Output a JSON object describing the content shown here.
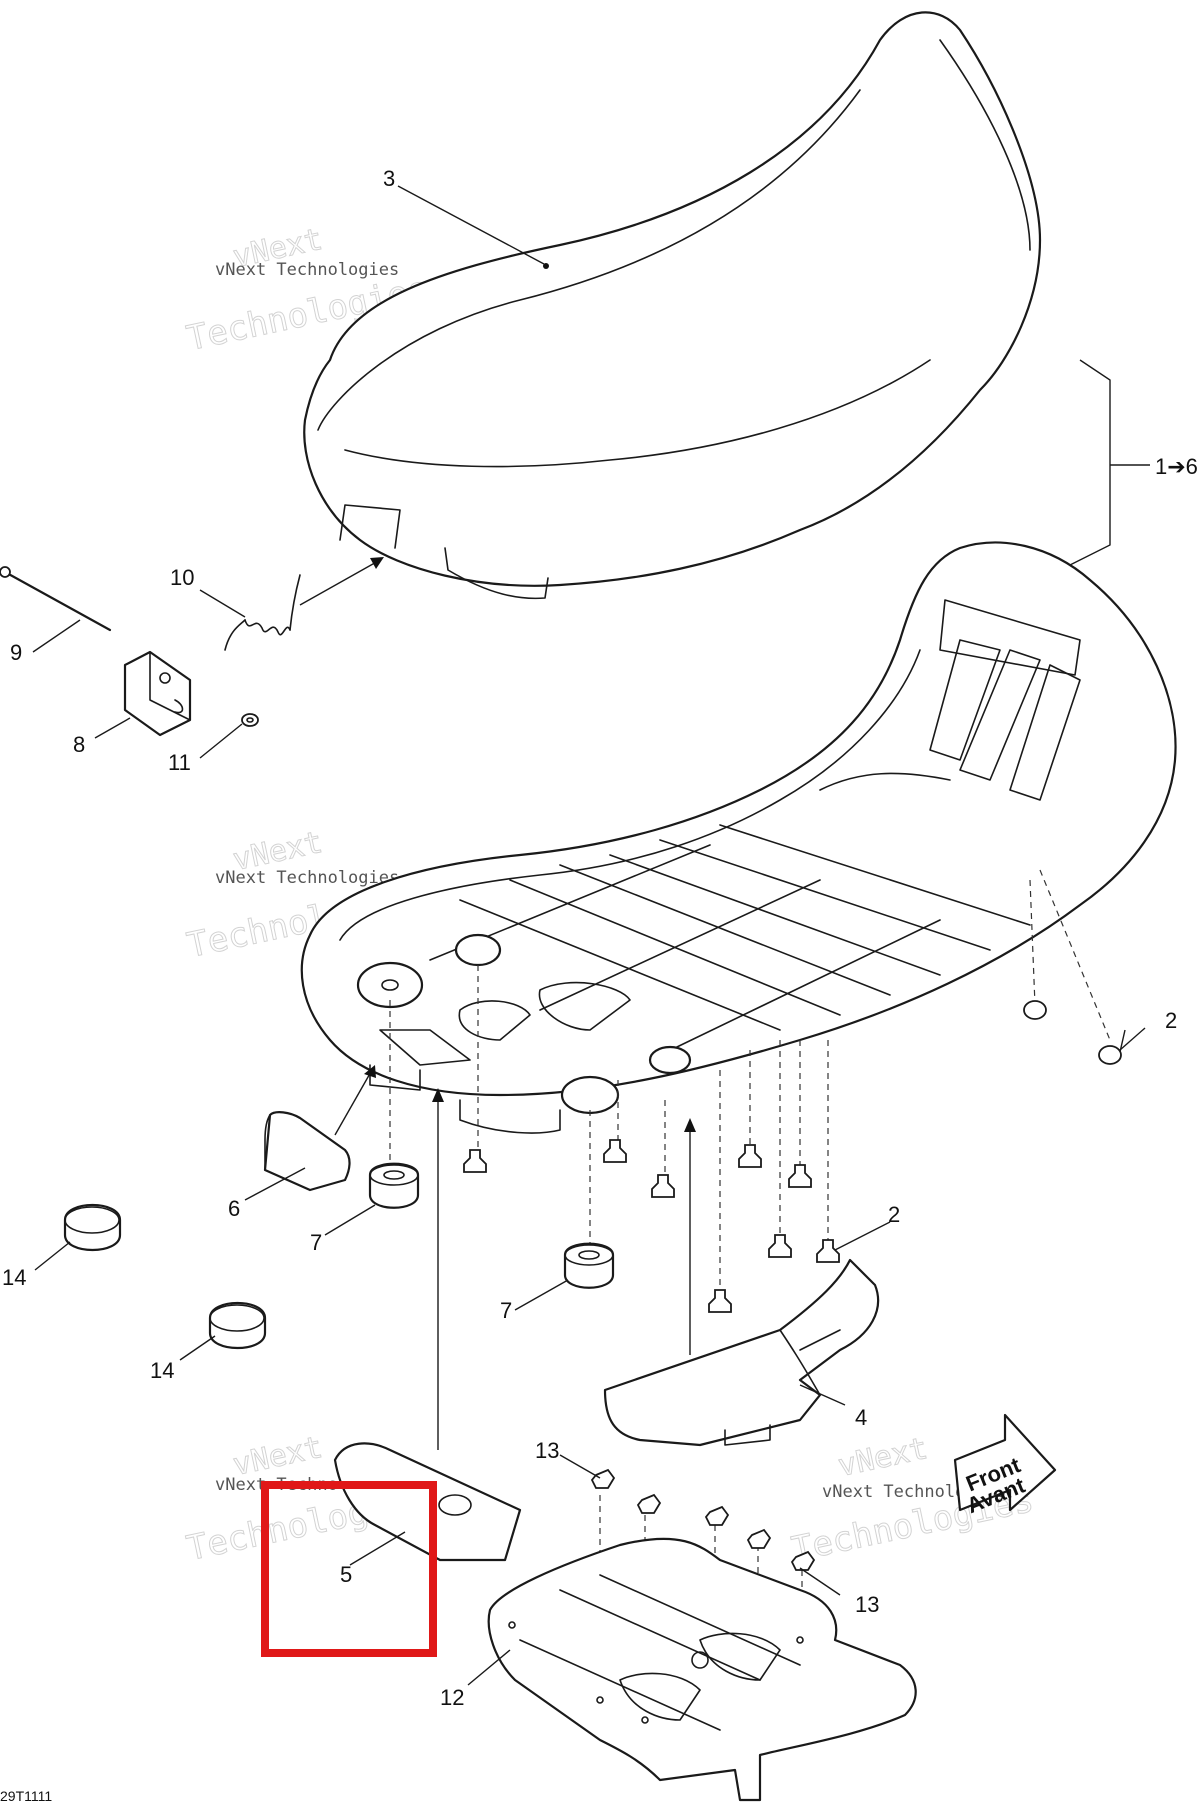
{
  "diagram": {
    "drawing_number": "29T1111",
    "callouts": [
      {
        "id": "c3",
        "label": "3"
      },
      {
        "id": "c1to6",
        "label": "1➔6"
      },
      {
        "id": "c10",
        "label": "10"
      },
      {
        "id": "c9",
        "label": "9"
      },
      {
        "id": "c8",
        "label": "8"
      },
      {
        "id": "c11",
        "label": "11"
      },
      {
        "id": "c2a",
        "label": "2"
      },
      {
        "id": "c2b",
        "label": "2"
      },
      {
        "id": "c6",
        "label": "6"
      },
      {
        "id": "c7a",
        "label": "7"
      },
      {
        "id": "c7b",
        "label": "7"
      },
      {
        "id": "c14a",
        "label": "14"
      },
      {
        "id": "c14b",
        "label": "14"
      },
      {
        "id": "c4",
        "label": "4"
      },
      {
        "id": "c13a",
        "label": "13"
      },
      {
        "id": "c13b",
        "label": "13"
      },
      {
        "id": "c5",
        "label": "5"
      },
      {
        "id": "c12",
        "label": "12"
      }
    ],
    "direction_marker": {
      "line1": "Front",
      "line2": "Avant"
    },
    "watermark": {
      "line1": "vNext",
      "line2": "vNext Technologies",
      "line3": "Technologies"
    },
    "highlight_color": "#e01818",
    "highlighted_part": "5"
  }
}
